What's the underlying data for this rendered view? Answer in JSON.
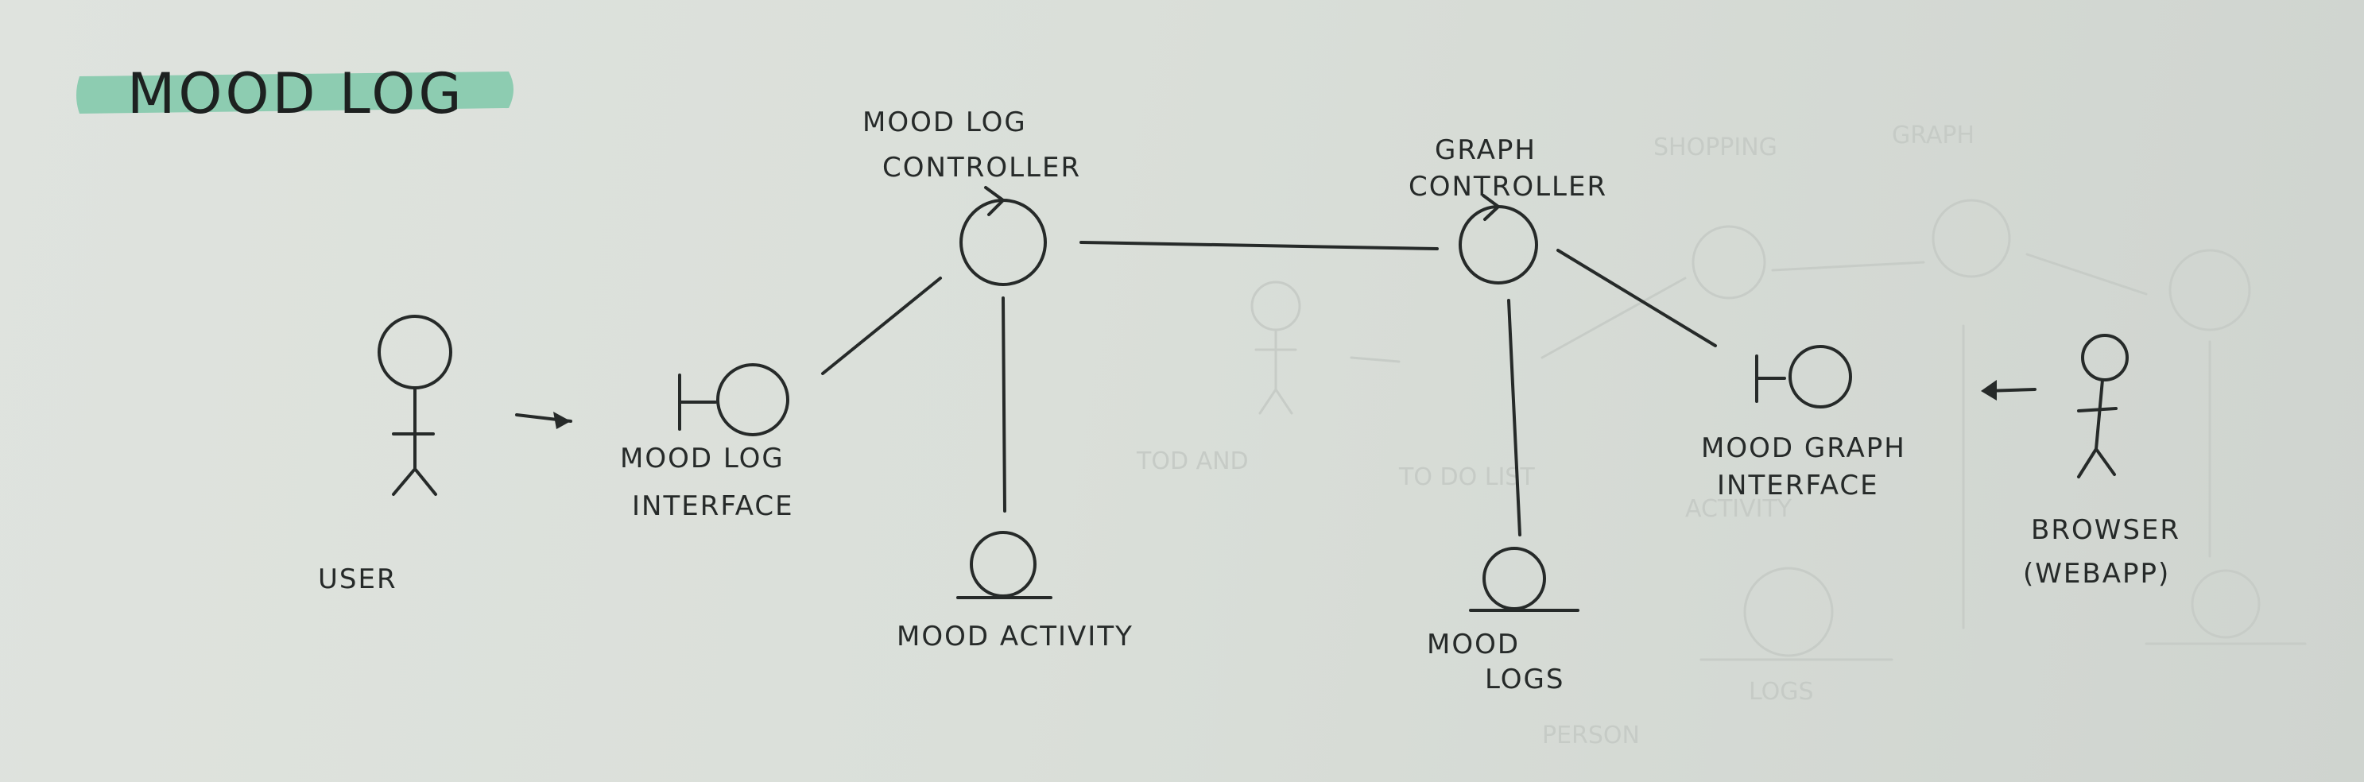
{
  "title": "MOOD LOG",
  "colors": {
    "ink": "#262a29",
    "highlighter": "#7fc8a9",
    "paper": "#dcdfdb"
  },
  "nodes": {
    "user": {
      "label": "USER",
      "shape": "actor"
    },
    "mood_log_interface": {
      "label_line1": "MOOD LOG",
      "label_line2": "INTERFACE",
      "shape": "boundary"
    },
    "mood_log_controller": {
      "label_line1": "MOOD LOG",
      "label_line2": "CONTROLLER",
      "shape": "control"
    },
    "mood_activity": {
      "label": "MOOD ACTIVITY",
      "shape": "entity"
    },
    "graph_controller": {
      "label_line1": "GRAPH",
      "label_line2": "CONTROLLER",
      "shape": "control"
    },
    "mood_logs": {
      "label_line1": "MOOD",
      "label_line2": "LOGS",
      "shape": "entity"
    },
    "mood_graph_interface": {
      "label_line1": "MOOD GRAPH",
      "label_line2": "INTERFACE",
      "shape": "boundary"
    },
    "browser": {
      "label_line1": "BROWSER",
      "label_line2": "(WEBAPP)",
      "shape": "actor"
    }
  },
  "connections": [
    {
      "from": "user",
      "to": "mood_log_interface",
      "style": "arrow"
    },
    {
      "from": "mood_log_interface",
      "to": "mood_log_controller",
      "style": "line"
    },
    {
      "from": "mood_log_controller",
      "to": "mood_activity",
      "style": "line"
    },
    {
      "from": "mood_log_controller",
      "to": "graph_controller",
      "style": "line"
    },
    {
      "from": "graph_controller",
      "to": "mood_logs",
      "style": "line"
    },
    {
      "from": "graph_controller",
      "to": "mood_graph_interface",
      "style": "line"
    },
    {
      "from": "browser",
      "to": "mood_graph_interface",
      "style": "arrow"
    }
  ]
}
